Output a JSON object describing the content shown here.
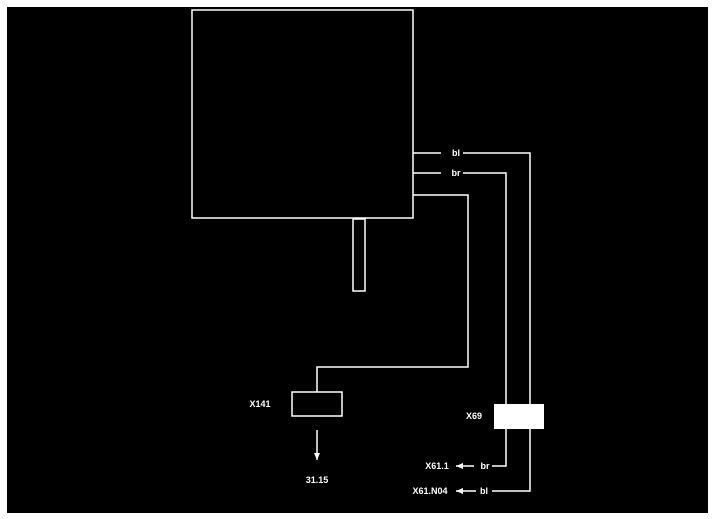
{
  "colors": {
    "background": "#000000",
    "border": "#ffffff",
    "stroke": "#ffffff"
  },
  "wires": {
    "top_color": "bl",
    "second_color": "br"
  },
  "connectors": {
    "x141": {
      "label": "X141",
      "destination": "31.15"
    },
    "x69": {
      "label": "X69",
      "outputs": [
        {
          "target": "X61.1",
          "color": "br"
        },
        {
          "target": "X61.N04",
          "color": "bl"
        }
      ]
    }
  }
}
